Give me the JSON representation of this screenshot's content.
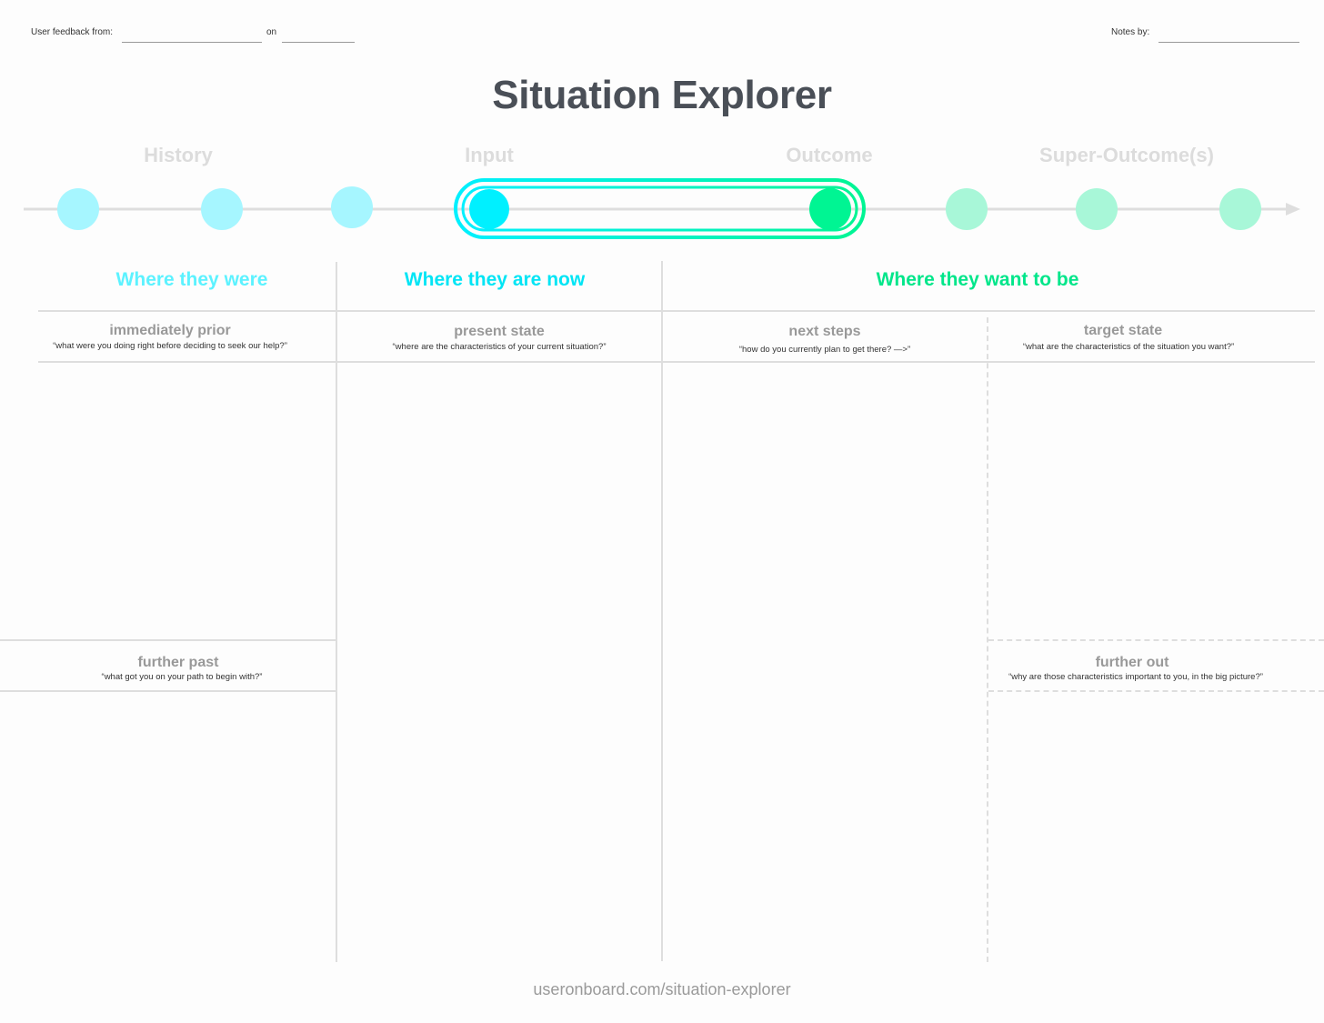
{
  "header": {
    "feedback_label": "User feedback from:",
    "on_label": "on",
    "notes_label": "Notes by:"
  },
  "title": "Situation Explorer",
  "phases": [
    "History",
    "Input",
    "Outcome",
    "Super-Outcome(s)"
  ],
  "columns": {
    "were": "Where they were",
    "now": "Where they are now",
    "want": "Where they want to be"
  },
  "sections": {
    "immediately_prior": {
      "title": "immediately prior",
      "question": "“what were you doing right before deciding to seek our help?”"
    },
    "present_state": {
      "title": "present state",
      "question": "“where are the characteristics of your current situation?”"
    },
    "next_steps": {
      "title": "next steps",
      "question": "“how do you currently plan to get there? —>”"
    },
    "target_state": {
      "title": "target state",
      "question": "“what are the characteristics of the situation you want?”"
    },
    "further_past": {
      "title": "further past",
      "question": "“what got you on your path to begin with?”"
    },
    "further_out": {
      "title": "further out",
      "question": "“why are those characteristics important to you, in the big picture?”"
    }
  },
  "colors": {
    "cyan": "#00f0ff",
    "cyan_light": "#a6f6ff",
    "green": "#00f593",
    "green_light": "#a8f7d8",
    "line": "#dedede"
  },
  "footer": "useronboard.com/situation-explorer"
}
